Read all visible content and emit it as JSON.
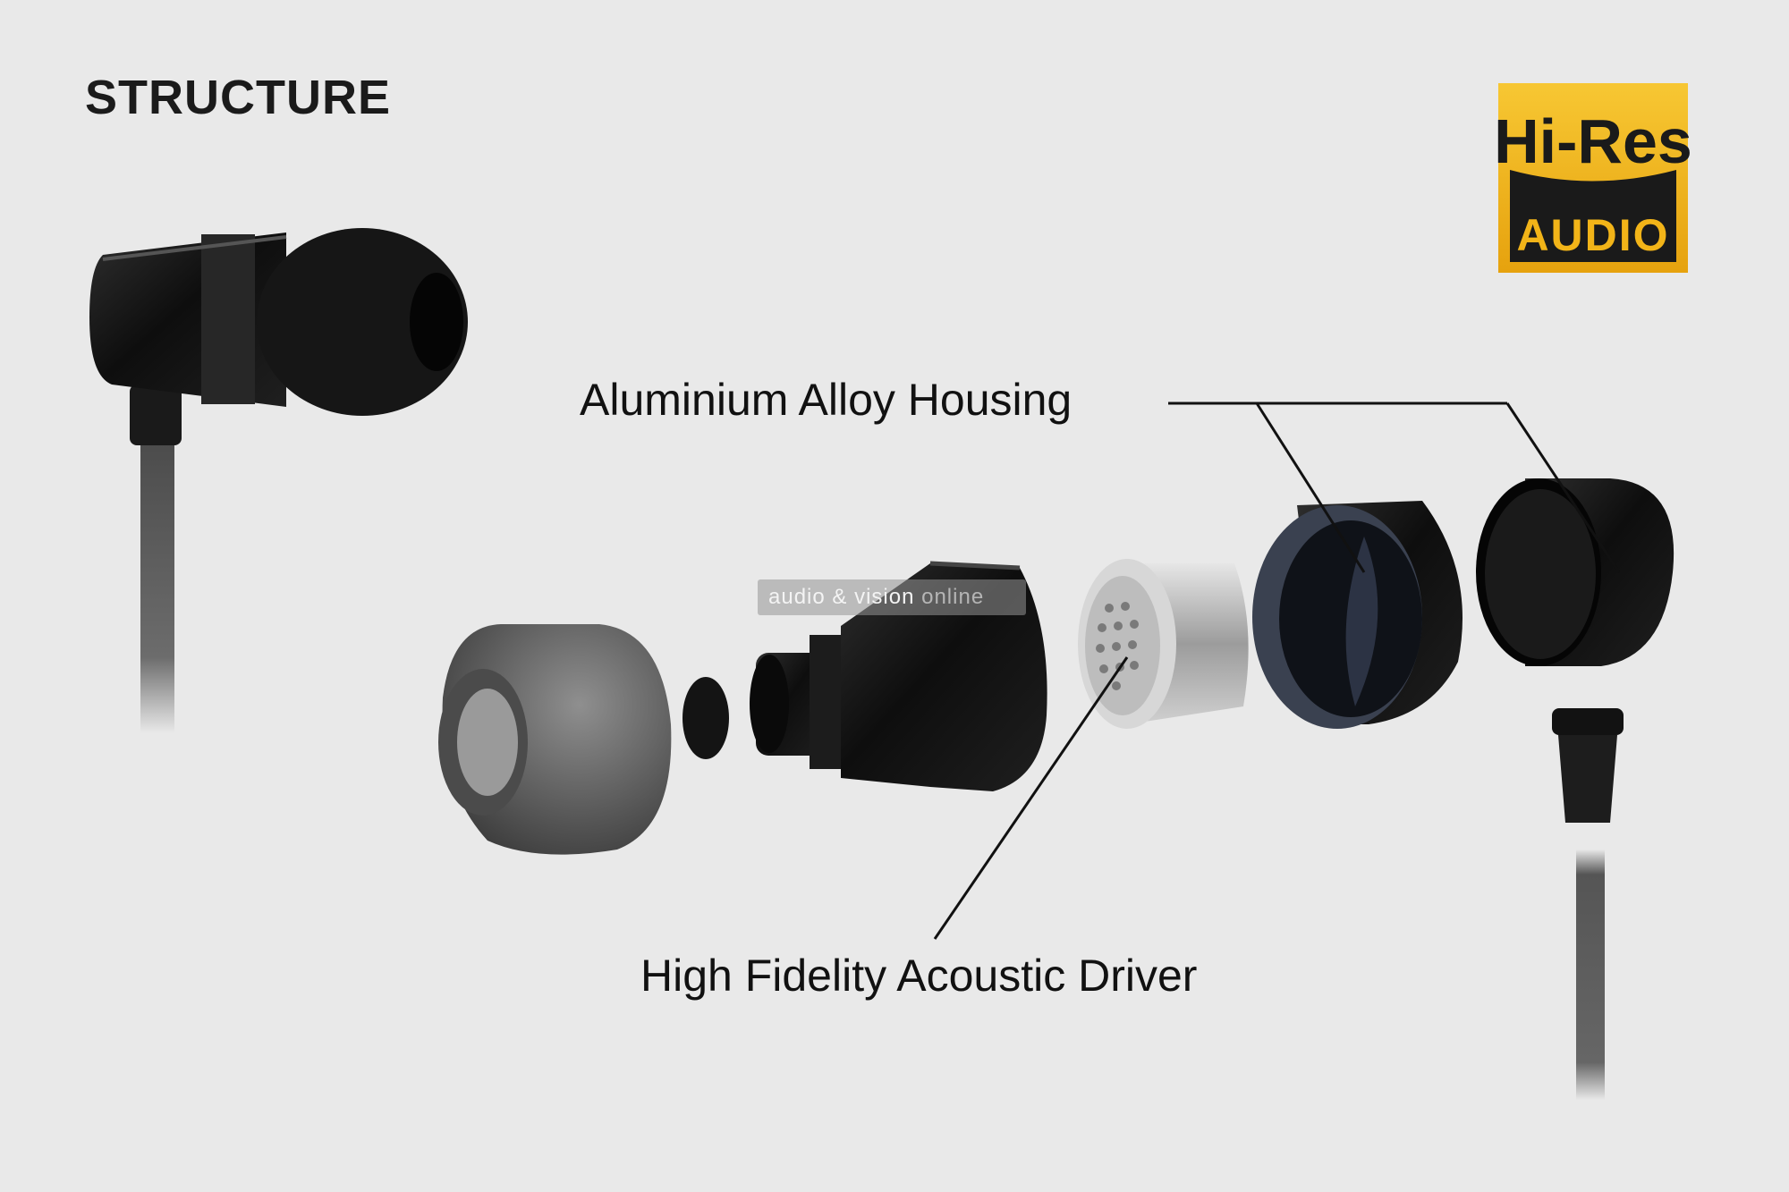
{
  "title": "STRUCTURE",
  "callouts": {
    "housing": "Aluminium Alloy Housing",
    "driver": "High Fidelity Acoustic Driver"
  },
  "badge": {
    "line1": "Hi-Res",
    "line2": "AUDIO"
  },
  "watermark": {
    "part1": "audio & vision",
    "part2": "online"
  },
  "colors": {
    "background": "#e9e9e9",
    "badge_gold": "#f2b418",
    "badge_black": "#1a1a1a",
    "housing_black": "#141414",
    "driver_silver": "#c9c9c9",
    "eartip_gray": "#6d6d6d"
  }
}
